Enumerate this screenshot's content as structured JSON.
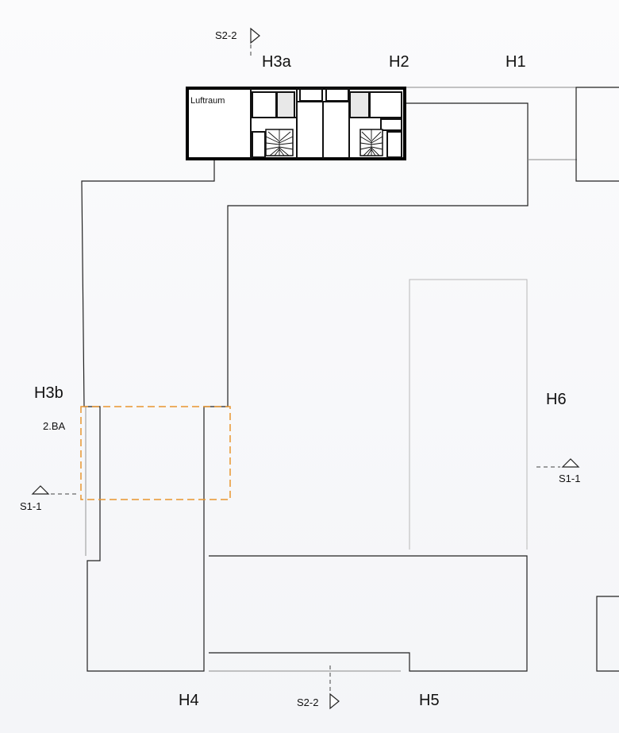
{
  "colors": {
    "background": "#f7f8fa",
    "walls": "#222222",
    "phase_outline": "#e8952e",
    "phase_label": "#e8952e"
  },
  "labels": {
    "h1": "H1",
    "h2": "H2",
    "h3a": "H3a",
    "h3b": "H3b",
    "h4": "H4",
    "h5": "H5",
    "h6": "H6",
    "luftraum": "Luftraum",
    "phase": "2.BA"
  },
  "sections": {
    "s1_left": "S1-1",
    "s1_right": "S1-1",
    "s2_top": "S2-2",
    "s2_bottom": "S2-2"
  },
  "icons": {
    "section_marker_triangle": "section-triangle-icon",
    "staircase": "staircase-icon"
  }
}
